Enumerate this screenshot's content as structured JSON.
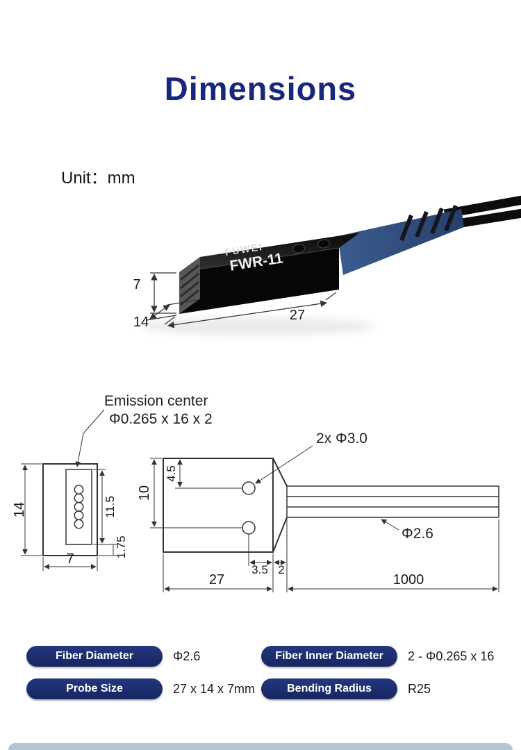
{
  "page": {
    "title": "Dimensions",
    "unit_label": "Unit：mm"
  },
  "product": {
    "brand": "FUWEI",
    "model": "FWR-11"
  },
  "render_dims": {
    "height": "7",
    "depth": "14",
    "length": "27"
  },
  "drawing": {
    "emission_title": "Emission center",
    "emission_spec": "Φ0.265 x 16 x 2",
    "front_height": "14",
    "front_width": "7",
    "front_inner_height": "11.5",
    "front_bottom_offset": "1.75",
    "holes_label": "2x Φ3.0",
    "hole_top_offset": "4.5",
    "side_height": "10",
    "hole_to_edge": "3.5",
    "taper_length": "2",
    "body_length": "27",
    "cable_length": "1000",
    "cable_diameter": "Φ2.6"
  },
  "specs": [
    {
      "label": "Fiber Diameter",
      "value": "Φ2.6"
    },
    {
      "label": "Fiber Inner Diameter",
      "value": "2 - Φ0.265 x 16"
    },
    {
      "label": "Probe Size",
      "value": "27 x 14 x 7mm"
    },
    {
      "label": "Bending Radius",
      "value": "R25"
    }
  ],
  "colors": {
    "accent": "#19277b",
    "pill": "#1b2c74",
    "line": "#333333"
  }
}
